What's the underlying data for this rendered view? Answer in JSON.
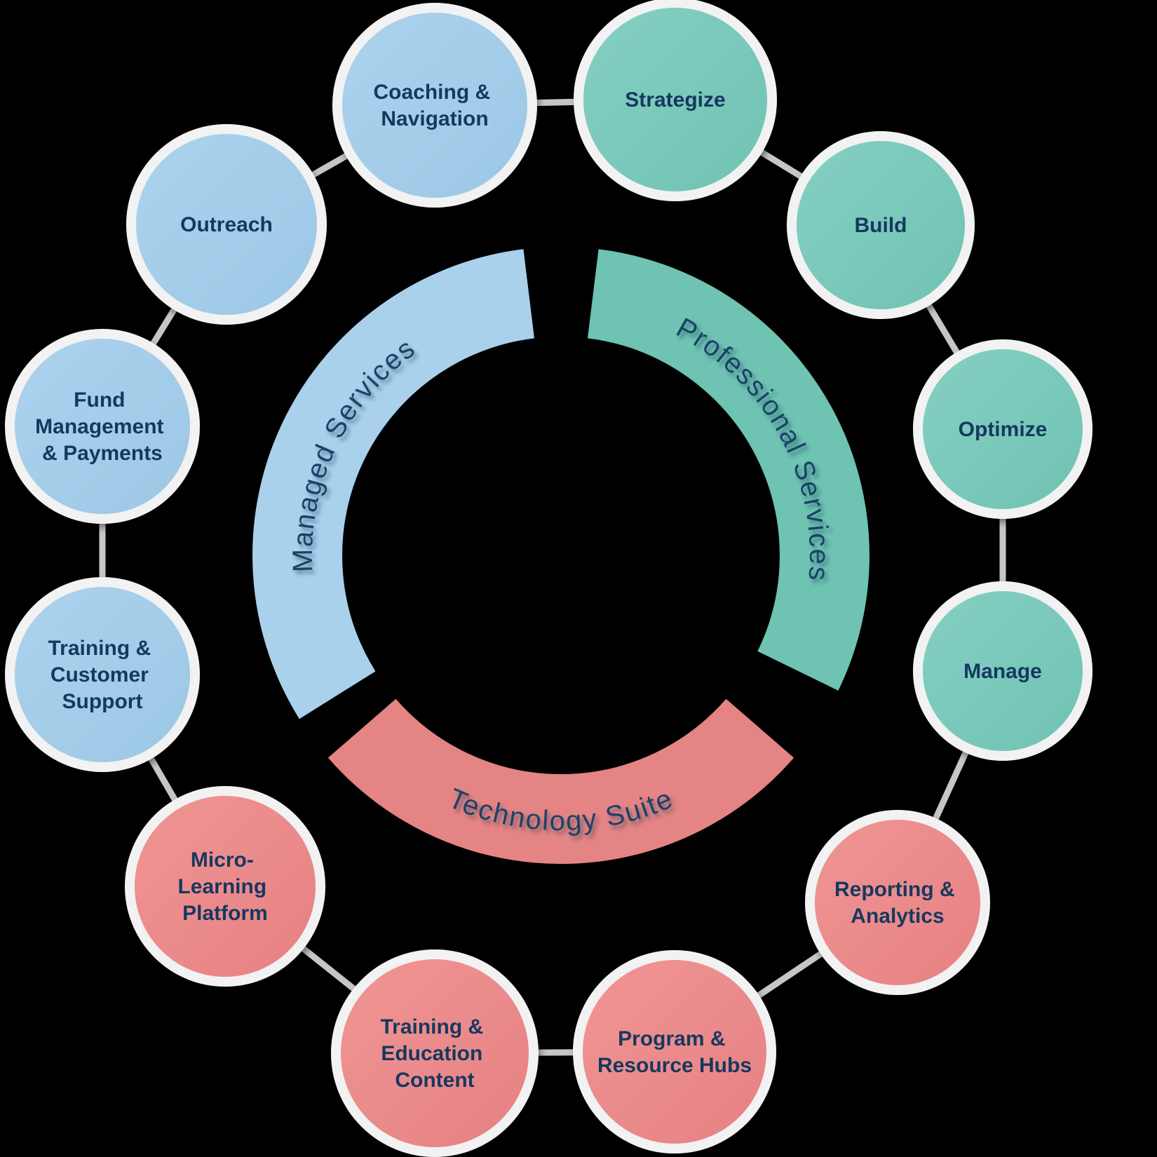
{
  "diagram": {
    "background_color": "#000000",
    "palette": {
      "node_text_navy": "#14395f",
      "arc_text_navy": "#1b4268",
      "connector_gray": "#c6c6c6",
      "circle_border_white": "#f2f2f2",
      "blue_circle": "#a3cce9",
      "green_circle": "#76c7b8",
      "red_circle": "#ec8c8c",
      "arc_blue": "#a9d1ec",
      "arc_green": "#6ec3b2",
      "arc_red": "#e58484"
    },
    "ring_segments": [
      {
        "id": "managed-services",
        "label": "Managed Services",
        "color": "#a9d1ec"
      },
      {
        "id": "professional-services",
        "label": "Professional Services",
        "color": "#6ec3b2"
      },
      {
        "id": "technology-suite",
        "label": "Technology Suite",
        "color": "#e58484"
      }
    ],
    "nodes": [
      {
        "id": "coaching-navigation",
        "group": "managed-services",
        "color": "#a3cce9",
        "lines": [
          "Coaching &",
          "Navigation"
        ]
      },
      {
        "id": "strategize",
        "group": "professional-services",
        "color": "#76c7b8",
        "lines": [
          "Strategize"
        ]
      },
      {
        "id": "outreach",
        "group": "managed-services",
        "color": "#a3cce9",
        "lines": [
          "Outreach"
        ]
      },
      {
        "id": "build",
        "group": "professional-services",
        "color": "#76c7b8",
        "lines": [
          "Build"
        ]
      },
      {
        "id": "fund-management-payments",
        "group": "managed-services",
        "color": "#a3cce9",
        "lines": [
          "Fund",
          "Management",
          "& Payments"
        ]
      },
      {
        "id": "optimize",
        "group": "professional-services",
        "color": "#76c7b8",
        "lines": [
          "Optimize"
        ]
      },
      {
        "id": "training-customer-support",
        "group": "managed-services",
        "color": "#a3cce9",
        "lines": [
          "Training &",
          "Customer",
          "Support"
        ]
      },
      {
        "id": "manage",
        "group": "professional-services",
        "color": "#76c7b8",
        "lines": [
          "Manage"
        ]
      },
      {
        "id": "micro-learning-platform",
        "group": "technology-suite",
        "color": "#ec8c8c",
        "lines": [
          "Micro-",
          "Learning",
          "Platform"
        ]
      },
      {
        "id": "reporting-analytics",
        "group": "technology-suite",
        "color": "#ec8c8c",
        "lines": [
          "Reporting &",
          "Analytics"
        ]
      },
      {
        "id": "training-education-content",
        "group": "technology-suite",
        "color": "#ec8c8c",
        "lines": [
          "Training &",
          "Education",
          "Content"
        ]
      },
      {
        "id": "program-resource-hubs",
        "group": "technology-suite",
        "color": "#ec8c8c",
        "lines": [
          "Program &",
          "Resource Hubs"
        ]
      }
    ]
  }
}
